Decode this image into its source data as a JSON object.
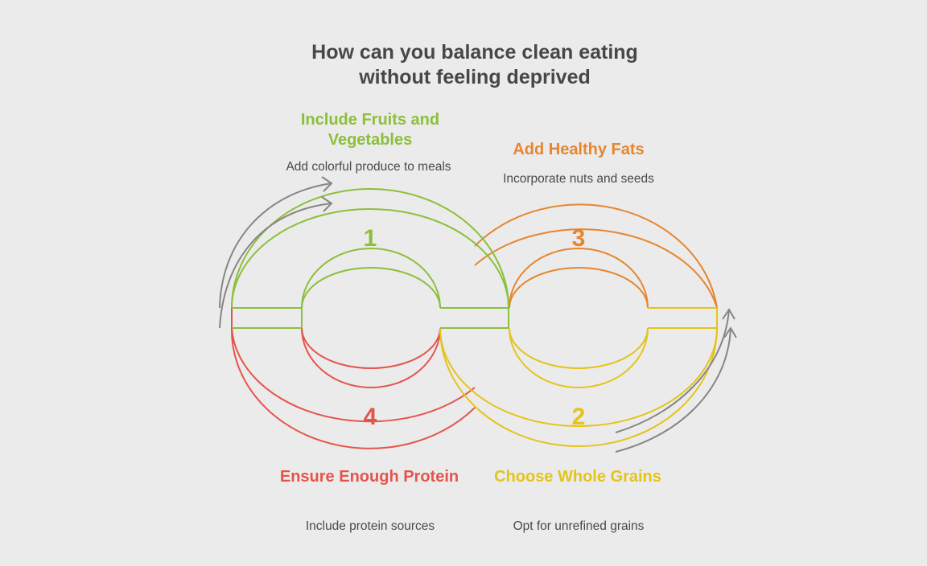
{
  "title": "How can you balance clean eating without feeling deprived",
  "steps": [
    {
      "number": "1",
      "heading": "Include Fruits and Vegetables",
      "description": "Add colorful produce to meals",
      "color": "#8cbf3b"
    },
    {
      "number": "2",
      "heading": "Choose Whole Grains",
      "description": "Opt for unrefined grains",
      "color": "#e3c41c"
    },
    {
      "number": "3",
      "heading": "Add Healthy Fats",
      "description": "Incorporate nuts and seeds",
      "color": "#e5862f"
    },
    {
      "number": "4",
      "heading": "Ensure Enough Protein",
      "description": "Include protein sources",
      "color": "#e5544c"
    }
  ]
}
